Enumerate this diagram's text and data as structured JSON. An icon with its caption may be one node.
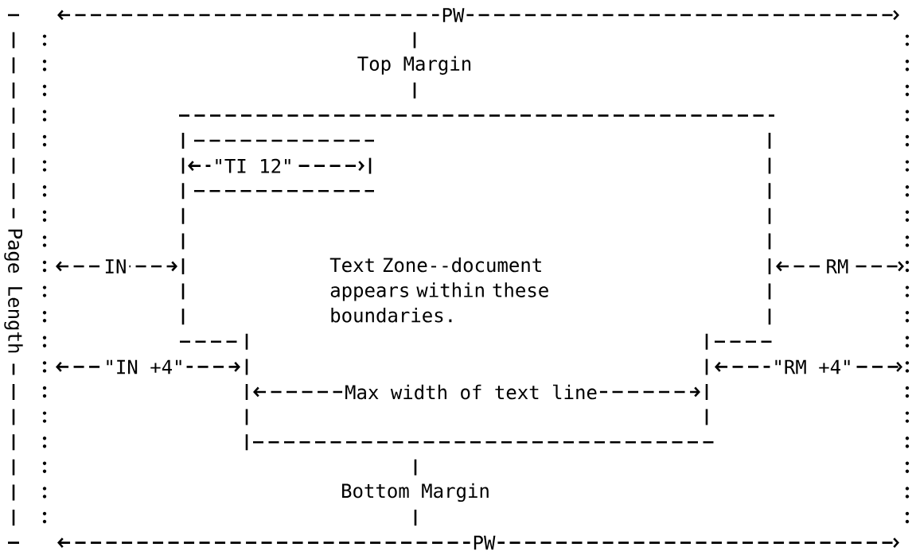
{
  "diagram": {
    "labels": [
      "PW",
      "Top Margin",
      "\"TI 12\"",
      "Page Length",
      "IN",
      "Text Zone--document appears within these boundaries.",
      "RM",
      "\"IN +4\"",
      "\"RM +4\"",
      "Max width of text line",
      "Bottom Margin",
      "PW"
    ]
  }
}
